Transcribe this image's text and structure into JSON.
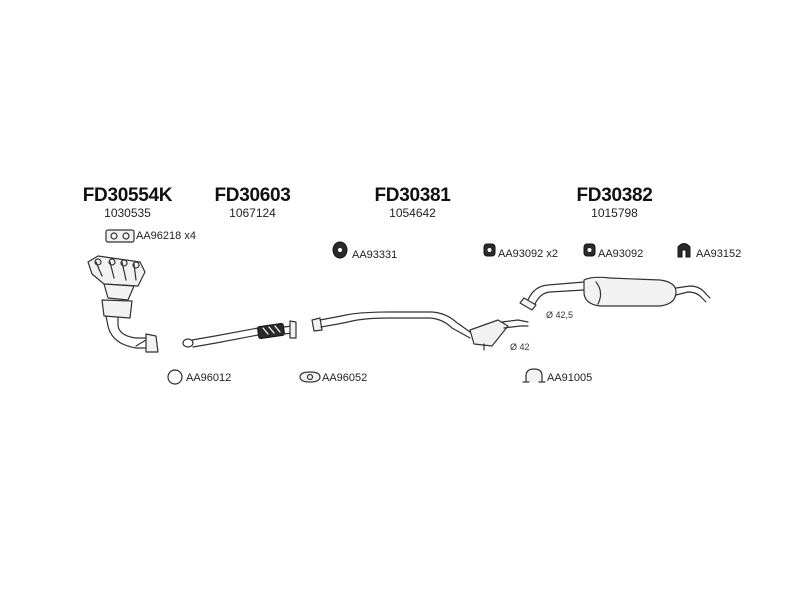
{
  "groups": [
    {
      "code": "FD30554K",
      "number": "1030535"
    },
    {
      "code": "FD30603",
      "number": "1067124"
    },
    {
      "code": "FD30381",
      "number": "1054642"
    },
    {
      "code": "FD30382",
      "number": "1015798"
    }
  ],
  "accessories": {
    "gasket_manifold": "AA96218",
    "gasket_manifold_qty": "x4",
    "hanger_mid": "AA93331",
    "hanger_rear_a": "AA93092",
    "hanger_rear_a_qty": "x2",
    "hanger_rear_b": "AA93092",
    "hanger_rear_c": "AA93152",
    "ring_gasket": "AA96012",
    "flange_gasket": "AA96052",
    "clamp": "AA91005"
  },
  "dimensions": {
    "rear_pipe_dia": "Ø 42,5",
    "mid_pipe_dia": "Ø 42"
  }
}
